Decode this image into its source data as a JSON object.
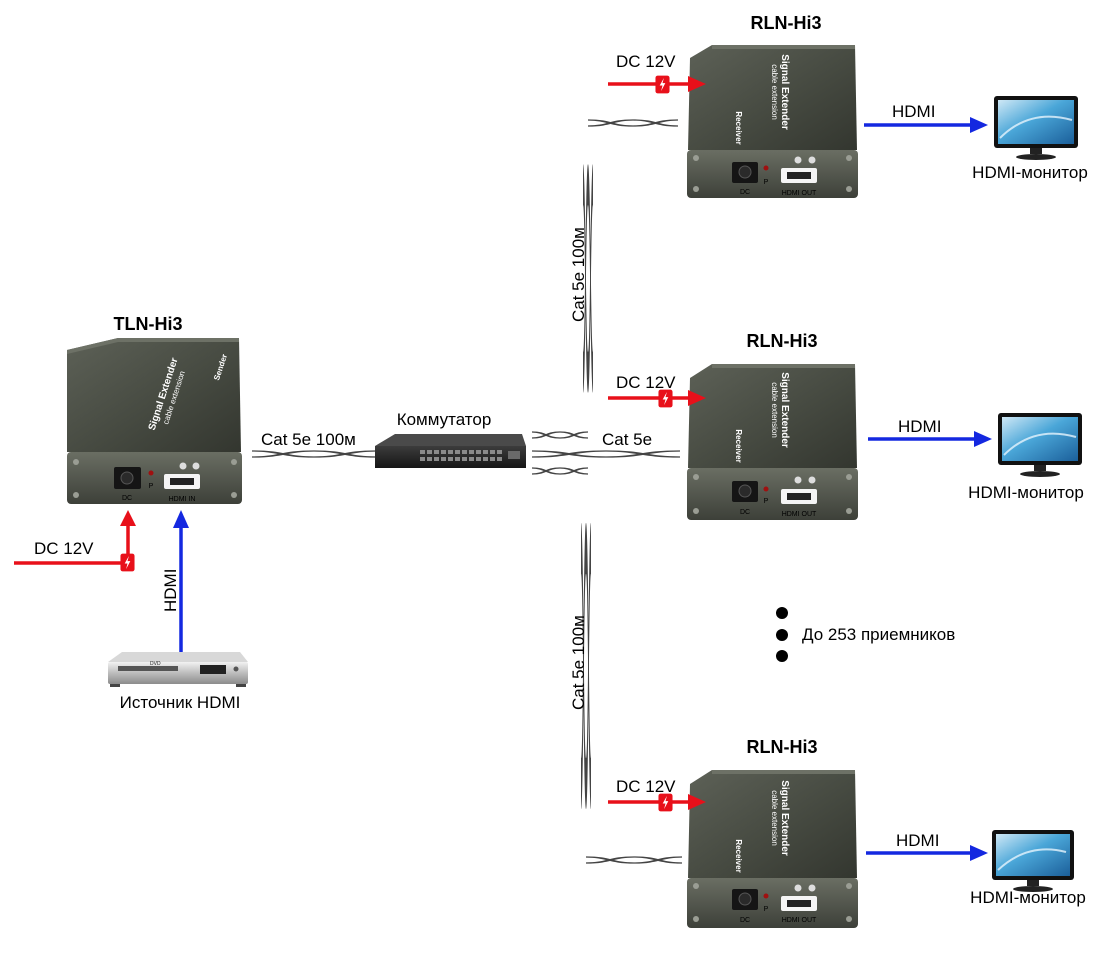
{
  "transmitter": {
    "title": "TLN-Hi3",
    "brand_line1": "Signal Extender",
    "brand_line2": "cable extension",
    "role": "Sender",
    "port_dc": "DC",
    "port_p": "P",
    "port_hdmi": "HDMI IN",
    "power_label": "DC 12V",
    "input_label": "HDMI",
    "source_label": "Источник HDMI",
    "source_device_text": "DVD"
  },
  "link": {
    "tx_cable_label": "Cat 5e 100м",
    "switch_label": "Коммутатор",
    "mid_cable_label": "Cat 5e",
    "upper_cable_label": "Cat 5e 100м",
    "lower_cable_label": "Cat 5e 100м"
  },
  "receivers": [
    {
      "title": "RLN-Hi3",
      "power_label": "DC 12V",
      "output_label": "HDMI",
      "monitor_label": "HDMI-монитор",
      "brand_line1": "Signal Extender",
      "brand_line2": "cable extension",
      "role": "Receiver",
      "port_dc": "DC",
      "port_p": "P",
      "port_hdmi": "HDMI OUT"
    },
    {
      "title": "RLN-Hi3",
      "power_label": "DC 12V",
      "output_label": "HDMI",
      "monitor_label": "HDMI-монитор",
      "brand_line1": "Signal Extender",
      "brand_line2": "cable extension",
      "role": "Receiver",
      "port_dc": "DC",
      "port_p": "P",
      "port_hdmi": "HDMI OUT"
    },
    {
      "title": "RLN-Hi3",
      "power_label": "DC 12V",
      "output_label": "HDMI",
      "monitor_label": "HDMI-монитор",
      "brand_line1": "Signal Extender",
      "brand_line2": "cable extension",
      "role": "Receiver",
      "port_dc": "DC",
      "port_p": "P",
      "port_hdmi": "HDMI OUT"
    }
  ],
  "note": {
    "text": "До 253 приемников"
  },
  "colors": {
    "power_arrow": "#e8101a",
    "hdmi_arrow": "#1428e0",
    "device_body": "#4a4e45",
    "cable": "#444444"
  }
}
